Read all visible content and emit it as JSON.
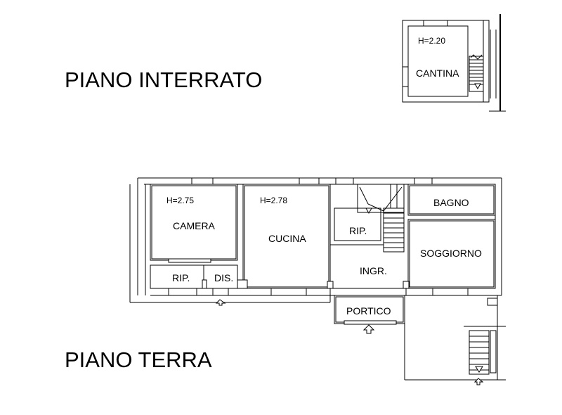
{
  "floors": {
    "basement": {
      "title": "PIANO INTERRATO",
      "rooms": {
        "cantina": "CANTINA"
      },
      "height": "H=2.20"
    },
    "ground": {
      "title": "PIANO TERRA",
      "rooms": {
        "camera": "CAMERA",
        "cucina": "CUCINA",
        "rip_small": "RIP.",
        "rip_left": "RIP.",
        "dis": "DIS.",
        "ingr": "INGR.",
        "bagno": "BAGNO",
        "soggiorno": "SOGGIORNO",
        "portico": "PORTICO"
      },
      "heights": {
        "camera": "H=2.75",
        "cucina": "H=2.78"
      }
    }
  }
}
